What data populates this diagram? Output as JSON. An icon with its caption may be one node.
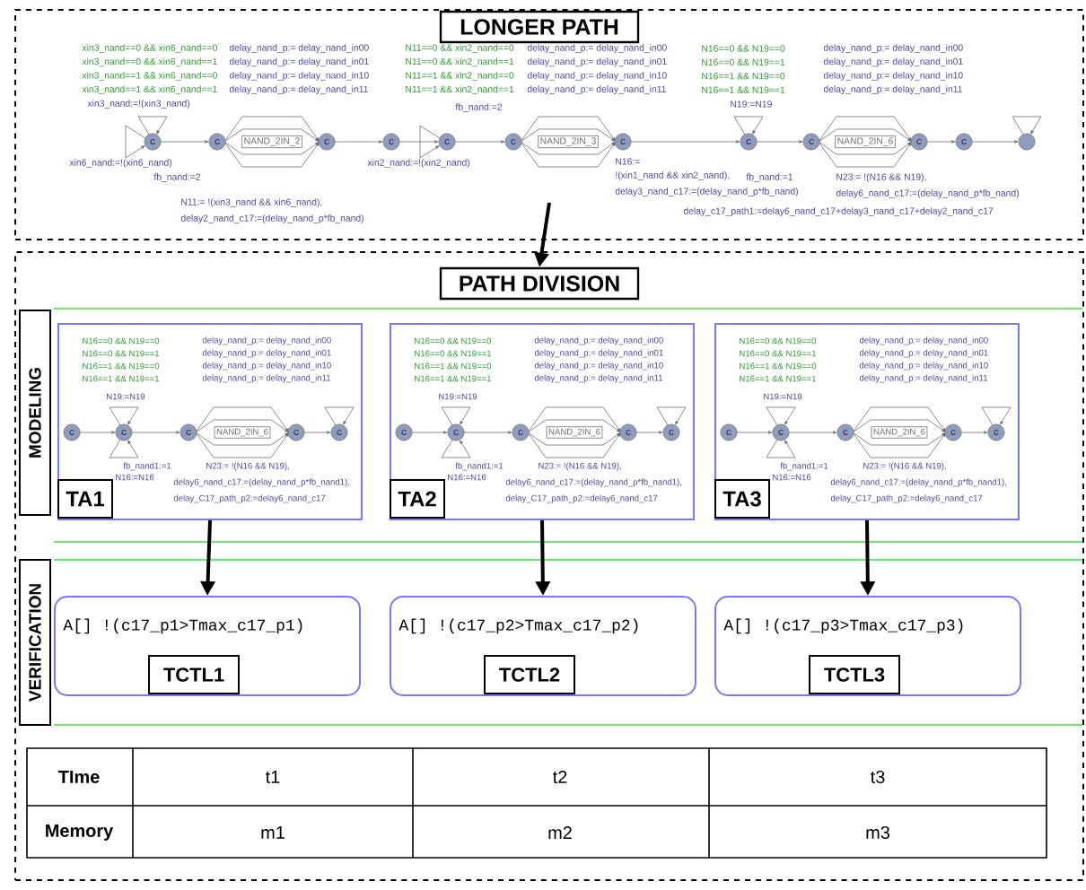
{
  "diagram": {
    "nodes": [
      {
        "text": [
          "LONGER PATH"
        ]
      },
      {
        "text": [
          "PATH DIVISION"
        ]
      },
      {
        "text": [
          "MODELING"
        ],
        "in": 1
      },
      {
        "text": [
          "TA1"
        ],
        "in": 2
      },
      {
        "text": [
          "TA2"
        ],
        "in": 2
      },
      {
        "text": [
          "TA3"
        ],
        "in": 2
      },
      {
        "text": [
          "VERIFICATION"
        ],
        "in": 1
      },
      {
        "text": [
          "A[] !(c17_p1>Tmax_c17_p1)",
          "TCTL1"
        ],
        "in": 6
      },
      {
        "text": [
          "A[] !(c17_p2>Tmax_c17_p2)",
          "TCTL2"
        ],
        "in": 6
      },
      {
        "text": [
          "A[] !(c17_p3>Tmax_c17_p3)",
          "TCTL3"
        ],
        "in": 6
      }
    ],
    "edges": [
      {
        "from": 0,
        "to": 1,
        "arrow": "to"
      },
      {
        "from": 3,
        "to": 7,
        "arrow": "to"
      },
      {
        "from": 4,
        "to": 8,
        "arrow": "to"
      },
      {
        "from": 5,
        "to": 9,
        "arrow": "to"
      }
    ],
    "labels": [
      "xin3_nand==0 && xin6_nand==0",
      "xin3_nand==0 && xin6_nand==1",
      "xin3_nand==1 && xin6_nand==0",
      "xin3_nand==1 && xin6_nand==1",
      "xin3_nand:=!(xin3_nand)",
      "delay_nand_p:= delay_nand_in00",
      "delay_nand_p:= delay_nand_in01",
      "delay_nand_p:= delay_nand_in10",
      "delay_nand_p:= delay_nand_in11",
      "NAND_2IN_2",
      "xin6_nand:=!(xin6_nand)",
      "fb_nand:=2",
      "N11:= !(xin3_nand && xin6_nand),",
      "delay2_nand_c17:=(delay_nand_p*fb_nand)",
      "N11==0 && xin2_nand==0",
      "N11==0 && xin2_nand==1",
      "N11==1 && xin2_nand==0",
      "N11==1 && xin2_nand==1",
      "fb_nand:=2",
      "xin2_nand:=!(xin2_nand)",
      "delay_nand_p:= delay_nand_in00",
      "delay_nand_p:= delay_nand_in01",
      "delay_nand_p:= delay_nand_in10",
      "delay_nand_p:= delay_nand_in11",
      "NAND_2IN_3",
      "N16:=",
      "!(xin1_nand && xin2_nand),",
      "delay3_nand_c17:=(delay_nand_p*fb_nand)",
      "N16==0 && N19==0",
      "N16==0 && N19==1",
      "N16==1 && N19==0",
      "N16==1 && N19==1",
      "N19:=N19",
      "fb_nand:=1",
      "delay_nand_p:= delay_nand_in00",
      "delay_nand_p:= delay_nand_in01",
      "delay_nand_p:= delay_nand_in10",
      "delay_nand_p:= delay_nand_in11",
      "NAND_2IN_6",
      "N23:= !(N16 && N19),",
      "delay6_nand_c17:=(delay_nand_p*fb_nand)",
      "delay_c17_path1:=delay6_nand_c17+delay3_nand_c17+delay2_nand_c17",
      "C",
      "C",
      "C",
      "C",
      "C",
      "C",
      "C",
      "C",
      "C",
      "C",
      "C",
      "N16==0 && N19==0",
      "N16==0 && N19==1",
      "N16==1 && N19==0",
      "N16==1 && N19==1",
      "N19:=N19",
      "delay_nand_p:= delay_nand_in00",
      "delay_nand_p:= delay_nand_in01",
      "delay_nand_p:= delay_nand_in10",
      "delay_nand_p:= delay_nand_in11",
      "NAND_2IN_6",
      "fb_nand1:=1",
      "N16:=N16",
      "N23:= !(N16 && N19),",
      "delay6_nand_c17:=(delay_nand_p*fb_nand1),",
      "delay_C17_path_p2:=delay6_nand_c17",
      "C",
      "C",
      "C",
      "C",
      "C",
      "N16==0 && N19==0",
      "N16==0 && N19==1",
      "N16==1 && N19==0",
      "N16==1 && N19==1",
      "N19:=N19",
      "delay_nand_p:= delay_nand_in00",
      "delay_nand_p:= delay_nand_in01",
      "delay_nand_p:= delay_nand_in10",
      "delay_nand_p:= delay_nand_in11",
      "NAND_2IN_6",
      "fb_nand1:=1",
      "N16:=N16",
      "N23:= !(N16 && N19),",
      "delay6_nand_c17:=(delay_nand_p*fb_nand1),",
      "delay_C17_path_p2:=delay6_nand_c17",
      "C",
      "C",
      "C",
      "C",
      "C",
      "N16==0 && N19==0",
      "N16==0 && N19==1",
      "N16==1 && N19==0",
      "N16==1 && N19==1",
      "N19:=N19",
      "delay_nand_p:= delay_nand_in00",
      "delay_nand_p:= delay_nand_in01",
      "delay_nand_p:= delay_nand_in10",
      "delay_nand_p:= delay_nand_in11",
      "NAND_2IN_6",
      "fb_nand1:=1",
      "N16:=N16",
      "N23:= !(N16 && N19),",
      "delay6_nand_c17:=(delay_nand_p*fb_nand1),",
      "delay_C17_path_p2:=delay6_nand_c17",
      "C",
      "C",
      "C",
      "C",
      "C",
      "TIme",
      "t1",
      "t2",
      "t3",
      "Memory",
      "m1",
      "m2",
      "m3"
    ]
  }
}
